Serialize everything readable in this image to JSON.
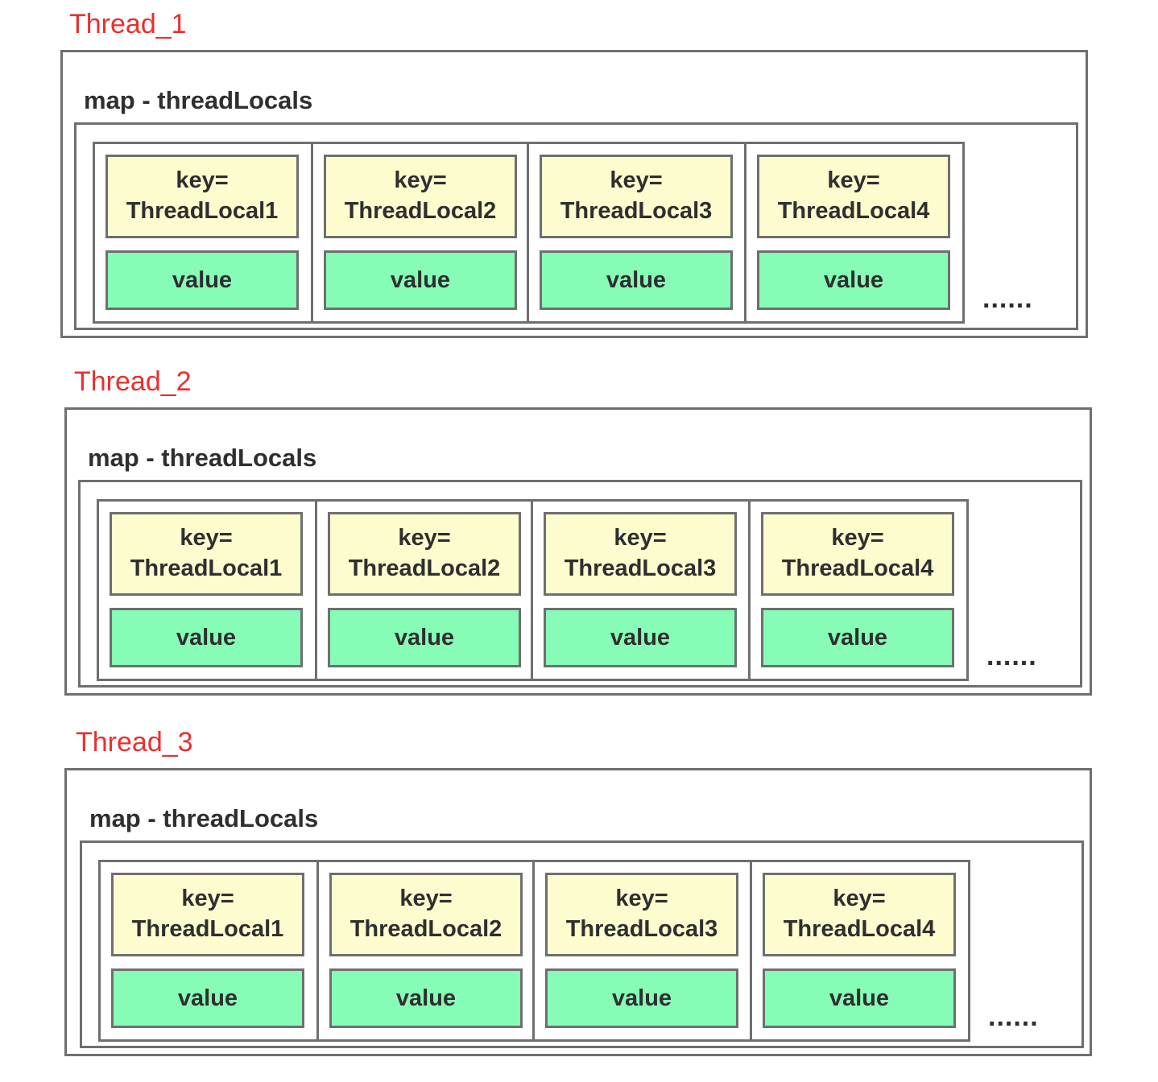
{
  "threads": [
    {
      "title": "Thread_1",
      "map_label": "map - threadLocals",
      "entries": [
        {
          "key_line1": "key=",
          "key_line2": "ThreadLocal1",
          "value": "value"
        },
        {
          "key_line1": "key=",
          "key_line2": "ThreadLocal2",
          "value": "value"
        },
        {
          "key_line1": "key=",
          "key_line2": "ThreadLocal3",
          "value": "value"
        },
        {
          "key_line1": "key=",
          "key_line2": "ThreadLocal4",
          "value": "value"
        }
      ],
      "more": "......"
    },
    {
      "title": "Thread_2",
      "map_label": "map - threadLocals",
      "entries": [
        {
          "key_line1": "key=",
          "key_line2": "ThreadLocal1",
          "value": "value"
        },
        {
          "key_line1": "key=",
          "key_line2": "ThreadLocal2",
          "value": "value"
        },
        {
          "key_line1": "key=",
          "key_line2": "ThreadLocal3",
          "value": "value"
        },
        {
          "key_line1": "key=",
          "key_line2": "ThreadLocal4",
          "value": "value"
        }
      ],
      "more": "......"
    },
    {
      "title": "Thread_3",
      "map_label": "map - threadLocals",
      "entries": [
        {
          "key_line1": "key=",
          "key_line2": "ThreadLocal1",
          "value": "value"
        },
        {
          "key_line1": "key=",
          "key_line2": "ThreadLocal2",
          "value": "value"
        },
        {
          "key_line1": "key=",
          "key_line2": "ThreadLocal3",
          "value": "value"
        },
        {
          "key_line1": "key=",
          "key_line2": "ThreadLocal4",
          "value": "value"
        }
      ],
      "more": "......"
    }
  ],
  "colors": {
    "thread_title": "#ec2e2e",
    "key_fill": "#fdfccf",
    "value_fill": "#86fcb7",
    "border": "#6f6f6f"
  }
}
